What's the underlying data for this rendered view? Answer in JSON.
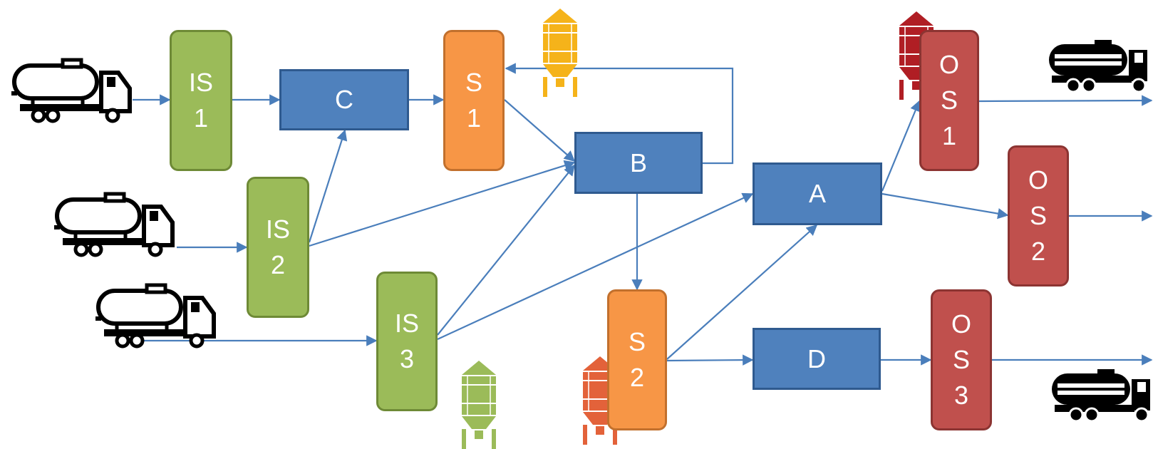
{
  "colors": {
    "process": "#4f81bd",
    "input_storage": "#9bbb59",
    "intermediate_storage": "#f79646",
    "output_storage": "#c0504d",
    "arrow": "#4a7ebb",
    "silo_yellow": "#f5b31a",
    "silo_red": "#b01e24",
    "silo_green": "#9bbb59",
    "silo_orange": "#e3623a"
  },
  "nodes": {
    "IS1": [
      "IS",
      "1"
    ],
    "IS2": [
      "IS",
      "2"
    ],
    "IS3": [
      "IS",
      "3"
    ],
    "C": [
      "C"
    ],
    "B": [
      "B"
    ],
    "A": [
      "A"
    ],
    "D": [
      "D"
    ],
    "S1": [
      "S",
      "1"
    ],
    "S2": [
      "S",
      "2"
    ],
    "OS1": [
      "O",
      "S",
      "1"
    ],
    "OS2": [
      "O",
      "S",
      "2"
    ],
    "OS3": [
      "O",
      "S",
      "3"
    ]
  },
  "icons": [
    "tanker-truck-icon",
    "silo-icon"
  ],
  "edges": [
    [
      "truck1",
      "IS1"
    ],
    [
      "truck2",
      "IS2"
    ],
    [
      "truck3",
      "IS3"
    ],
    [
      "IS1",
      "C"
    ],
    [
      "IS2",
      "C"
    ],
    [
      "IS2",
      "B"
    ],
    [
      "C",
      "S1"
    ],
    [
      "S1",
      "B"
    ],
    [
      "B",
      "S1"
    ],
    [
      "IS3",
      "B"
    ],
    [
      "IS3",
      "A"
    ],
    [
      "B",
      "S2"
    ],
    [
      "S2",
      "A"
    ],
    [
      "S2",
      "D"
    ],
    [
      "A",
      "OS1"
    ],
    [
      "A",
      "OS2"
    ],
    [
      "D",
      "OS3"
    ],
    [
      "OS1",
      "out"
    ],
    [
      "OS2",
      "out"
    ],
    [
      "OS3",
      "out"
    ]
  ]
}
